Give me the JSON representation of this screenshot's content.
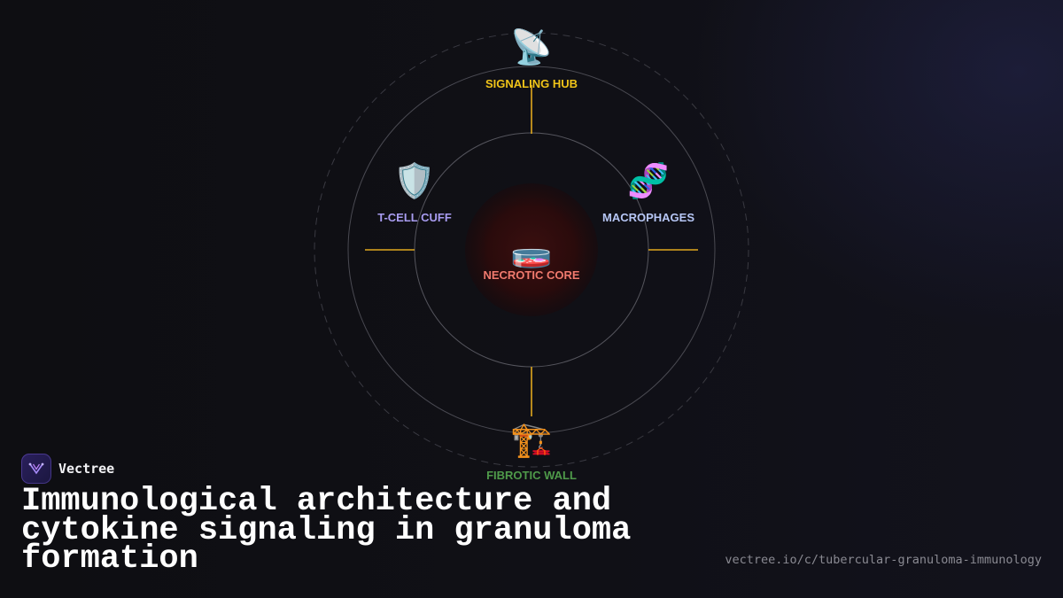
{
  "brand": {
    "name": "Vectree",
    "accent_color": "#8b5cf6",
    "logo_icon": "vectree-logo-icon"
  },
  "title": "Immunological architecture and cytokine signaling in granuloma formation",
  "url": "vectree.io/c/tubercular-granuloma-immunology",
  "diagram": {
    "connector_color": "#e0a81e",
    "center": {
      "label": "NECROTIC CORE",
      "icon": "petri-dish-icon",
      "glyph": "🧫",
      "color": "#f07a6e"
    },
    "nodes": [
      {
        "id": "signaling-hub",
        "label": "SIGNALING HUB",
        "icon": "satellite-antenna-icon",
        "glyph": "📡",
        "color": "#f0c419"
      },
      {
        "id": "macrophages",
        "label": "MACROPHAGES",
        "icon": "dna-icon",
        "glyph": "🧬",
        "color": "#b6c6f5"
      },
      {
        "id": "fibrotic-wall",
        "label": "FIBROTIC WALL",
        "icon": "construction-crane-icon",
        "glyph": "🏗️",
        "color": "#4f9a4a"
      },
      {
        "id": "t-cell-cuff",
        "label": "T-CELL CUFF",
        "icon": "shield-icon",
        "glyph": "🛡️",
        "color": "#a89cf0"
      }
    ]
  }
}
